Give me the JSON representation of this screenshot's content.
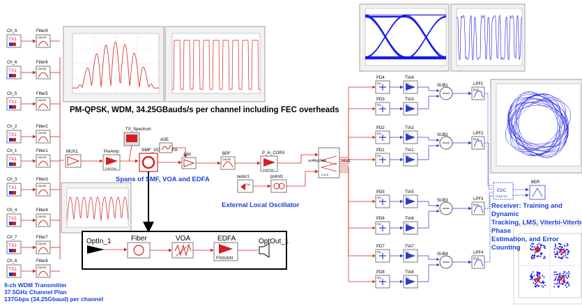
{
  "title": "PM-QPSK, WDM, 34.25GBauds/s per channel including FEC overheads",
  "transmitter": {
    "channels": [
      {
        "name": "Ch_9",
        "tx": "TX1",
        "filter": "Filter9"
      },
      {
        "name": "Ch_6",
        "tx": "TX1",
        "filter": "Filter6"
      },
      {
        "name": "Ch_5",
        "tx": "TX1",
        "filter": "Filter5"
      },
      {
        "name": "Ch_2",
        "tx": "TX1",
        "filter": "Filter2"
      },
      {
        "name": "Ch_1",
        "tx": "TX1",
        "filter": "Filter1"
      },
      {
        "name": "Ch_3",
        "tx": "TX1",
        "filter": "Filter3"
      },
      {
        "name": "Ch_4",
        "tx": "TX1",
        "filter": "Filter4"
      },
      {
        "name": "Ch_7",
        "tx": "TX1",
        "filter": "Filter7"
      },
      {
        "name": "Ch_8",
        "tx": "TX1",
        "filter": "Filter8"
      }
    ],
    "filter_type": "GAUSS",
    "note": [
      "9-ch WDM Transmitter",
      "37.5GHz Channel Plan",
      "137Gbps (34.25Gbaud) per channel"
    ]
  },
  "link": {
    "mux": "MUX1",
    "preamp": "PreAmp",
    "preamp_sub": "FIXPOW",
    "tx_spectrum": "TX_Spectrum",
    "ase": "ASE",
    "span": "SMF_VOA_EDFA",
    "span_label": "Spans of SMF, VOA and EDFA",
    "add": "Add",
    "bpf": "BPF",
    "bpf_sub": "GAUSS",
    "p_in": "P_in_CORX",
    "p_in_sub": "FIXPOW",
    "hybrid": "sc4bychan",
    "hybrid_sub": "4 to 8",
    "osc_out": "lalsr1"
  },
  "local_oscillator": {
    "laser": "laslor1",
    "laser_sub": "CW",
    "polrot": "polrot1",
    "label": "External Local Oscillator"
  },
  "subsystem": {
    "in": "OptIn_1",
    "fiber": "Fiber",
    "voa": "VOA",
    "edfa": "EDFA",
    "edfa_sub": "FIXGAIN",
    "out": "OptOut_1"
  },
  "receiver": {
    "pds": [
      "PD4",
      "PD3",
      "PD2",
      "PD1",
      "PD5",
      "PD6",
      "PD7",
      "PD8"
    ],
    "pd_sub": "PIN",
    "tias": [
      "TIA4",
      "TIA3",
      "TIA2",
      "TIA1",
      "TIA5",
      "TIA6",
      "TIA7",
      "TIA8"
    ],
    "tia_sub": "TIA",
    "subs": [
      "SUB1",
      "SUB2",
      "SUB3",
      "SUB4"
    ],
    "lpfs": [
      "LPF1",
      "LPF2",
      "LPF3",
      "LPF4"
    ],
    "lpf_sub": "BESL",
    "edc": "EDC",
    "edc_sub": "PMQPSK",
    "ber": "BER",
    "note": [
      "Receiver: Training and Dynamic",
      "Tracking, LMS, Viterbi-Viterbi Phase",
      "Estimation, and Error Counting"
    ]
  },
  "colors": {
    "signal_red": "#d42020",
    "electrical_blue": "#2a3cc8",
    "label_blue": "#1a3fd6",
    "eye_blue": "#1515e8"
  }
}
